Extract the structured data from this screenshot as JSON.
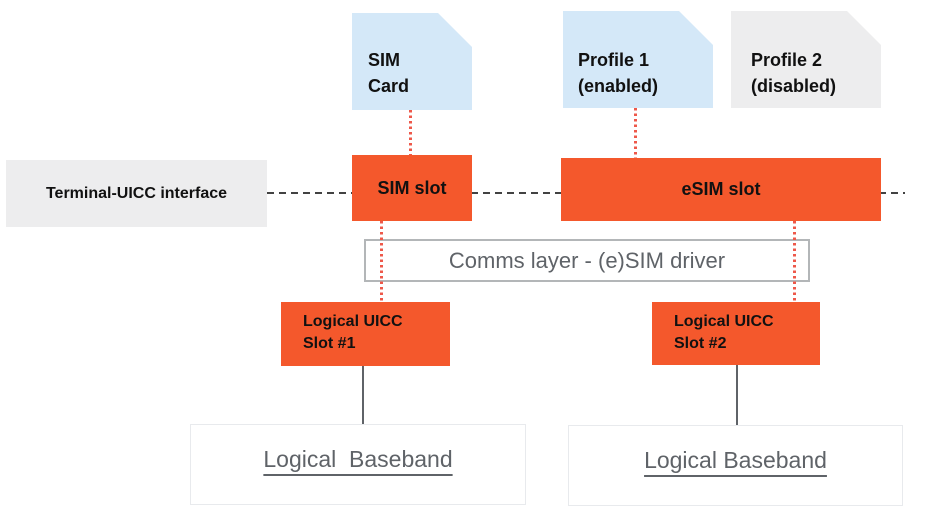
{
  "colors": {
    "orange_box": "#f4582c",
    "light_blue_card": "#d4e8f8",
    "light_gray_card": "#ededee",
    "gray_text": "#5f6368",
    "red_dotted_connector": "#ee584a",
    "dashed_interface_line": "#424242",
    "black_text": "#111111"
  },
  "nodes": {
    "sim_card": {
      "line1": "SIM",
      "line2": "Card"
    },
    "profile_1": {
      "line1": "Profile 1",
      "line2": "(enabled)"
    },
    "profile_2": {
      "line1": "Profile 2",
      "line2": "(disabled)"
    },
    "terminal_uicc_interface": {
      "label": "Terminal-UICC interface"
    },
    "sim_slot": {
      "label": "SIM slot"
    },
    "esim_slot": {
      "label": "eSIM slot"
    },
    "comms_layer": {
      "label": "Comms layer - (e)SIM driver"
    },
    "logical_uicc_slot_1": {
      "line1": "Logical UICC",
      "line2": "Slot #1"
    },
    "logical_uicc_slot_2": {
      "line1": "Logical UICC",
      "line2": "Slot #2"
    },
    "logical_baseband_1": {
      "label": "Logical  Baseband"
    },
    "logical_baseband_2": {
      "label": "Logical Baseband"
    }
  }
}
